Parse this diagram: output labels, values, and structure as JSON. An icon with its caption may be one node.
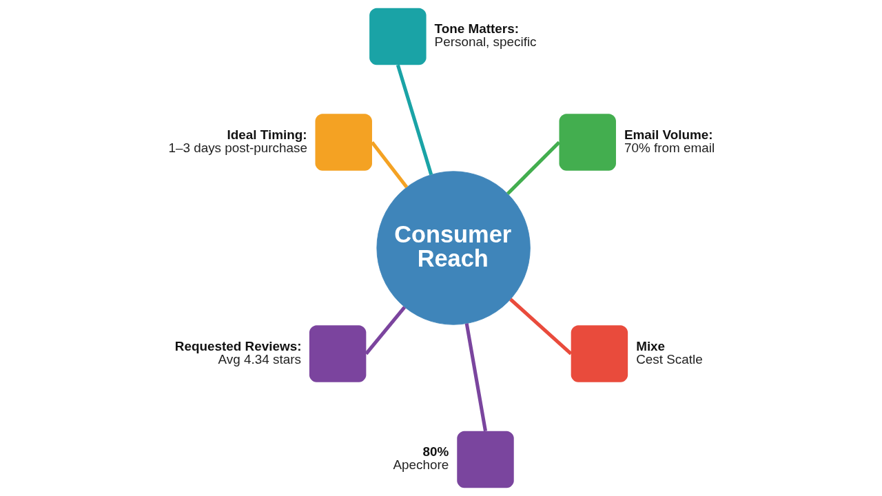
{
  "diagram": {
    "nodes": [
      {
        "text": [
          "Ideal Timing:",
          "1–3 days post-purchase"
        ]
      },
      {
        "text": [
          "Tone Matters:",
          "Personal, specific"
        ]
      },
      {
        "text": [
          "Requested Reviews:",
          "Avg 4.34 stars"
        ]
      },
      {
        "text": [
          "Consumer Reach"
        ]
      },
      {
        "text": [
          "Email Volume:",
          "70% from email"
        ]
      },
      {
        "text": [
          "80%",
          "Apechore"
        ]
      },
      {
        "text": [
          "Mixe",
          "Cest Scatle"
        ]
      }
    ],
    "edges": [
      {
        "from": 3,
        "to": 0,
        "arrow": "none",
        "color": "#f4a223"
      },
      {
        "from": 3,
        "to": 1,
        "arrow": "none",
        "color": "#1aa3a6"
      },
      {
        "from": 3,
        "to": 2,
        "arrow": "none",
        "color": "#7b449e"
      },
      {
        "from": 3,
        "to": 4,
        "arrow": "none",
        "color": "#43ae4f"
      },
      {
        "from": 3,
        "to": 5,
        "arrow": "none",
        "color": "#7a459e"
      },
      {
        "from": 3,
        "to": 6,
        "arrow": "none",
        "color": "#e94b3c"
      }
    ]
  }
}
